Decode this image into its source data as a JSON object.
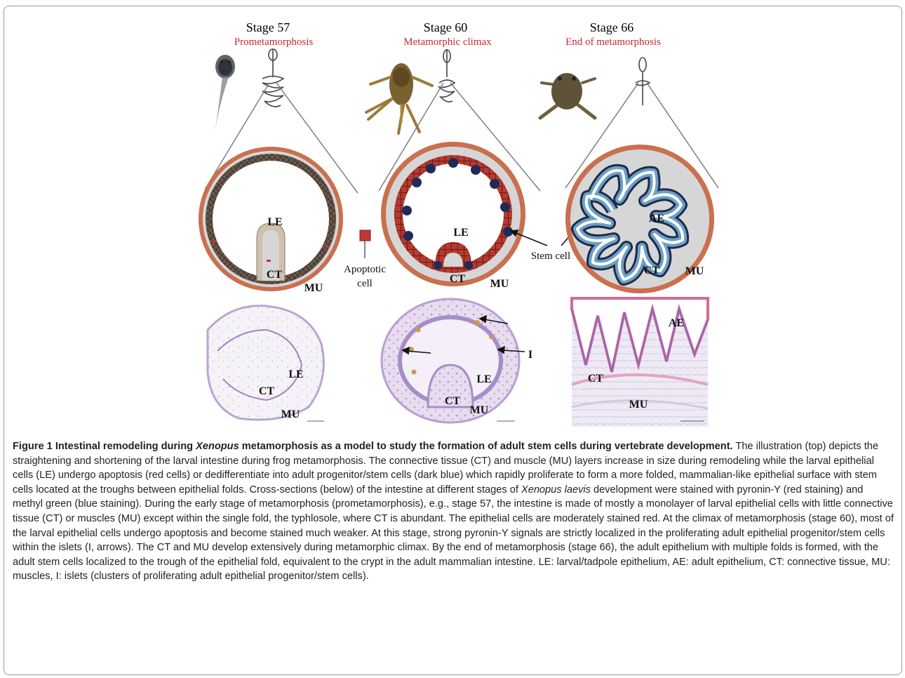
{
  "figure": {
    "panels": [
      {
        "stage": "Stage 57",
        "phase": "Prometamorphosis"
      },
      {
        "stage": "Stage 60",
        "phase": "Metamorphic climax"
      },
      {
        "stage": "Stage 66",
        "phase": "End of metamorphosis"
      }
    ],
    "labels": {
      "le": "LE",
      "ct": "CT",
      "mu": "MU",
      "ae": "AE",
      "i": "I",
      "apoptotic_1": "Apoptotic",
      "apoptotic_2": "cell",
      "stem_cell": "Stem cell"
    },
    "colors": {
      "muscle": "#c9704f",
      "connective": "#d8d8d8",
      "larval_epi": "#cfc0ae",
      "apoptotic": "#c0373a",
      "stem": "#1f2b57",
      "adult_epi": "#5a8fb8"
    }
  },
  "caption": {
    "title_a": "Figure 1 Intestinal remodeling during ",
    "title_italic": "Xenopus",
    "title_b": " metamorphosis as a model to study the formation of adult stem cells during vertebrate development.",
    "body_a": " The illustration (top) depicts the straightening and shortening of the larval intestine during frog metamorphosis. The connective tissue (CT) and muscle (MU) layers increase in size during remodeling while the larval epithelial cells (LE) undergo apoptosis (red cells) or dedifferentiate into adult progenitor/stem cells (dark blue) which rapidly proliferate to form a more folded, mammalian-like epithelial surface with stem cells located at the troughs between epithelial folds. Cross-sections (below) of the intestine at different stages of ",
    "body_italic": "Xenopus laevis",
    "body_b": " development were stained with pyronin-Y (red staining) and methyl green (blue staining). During the early stage of metamorphosis (prometamorphosis), e.g., stage 57, the intestine is made of mostly a monolayer of larval epithelial cells with little connective tissue (CT) or muscles (MU) except within the single fold, the typhlosole, where CT is abundant. The epithelial cells are moderately stained red. At the climax of metamorphosis (stage 60), most of the larval epithelial cells undergo apoptosis and become stained much weaker. At this stage, strong pyronin-Y signals are strictly localized in the proliferating adult epithelial progenitor/stem cells within the islets (I, arrows). The CT and MU develop extensively during metamorphic climax. By the end of metamorphosis (stage 66), the adult epithelium with multiple folds is formed, with the adult stem cells localized to the trough of the epithelial fold, equivalent to the crypt in the adult mammalian intestine. LE: larval/tadpole epithelium, AE: adult epithelium, CT: connective tissue, MU: muscles, I: islets (clusters of proliferating adult epithelial progenitor/stem cells)."
  }
}
